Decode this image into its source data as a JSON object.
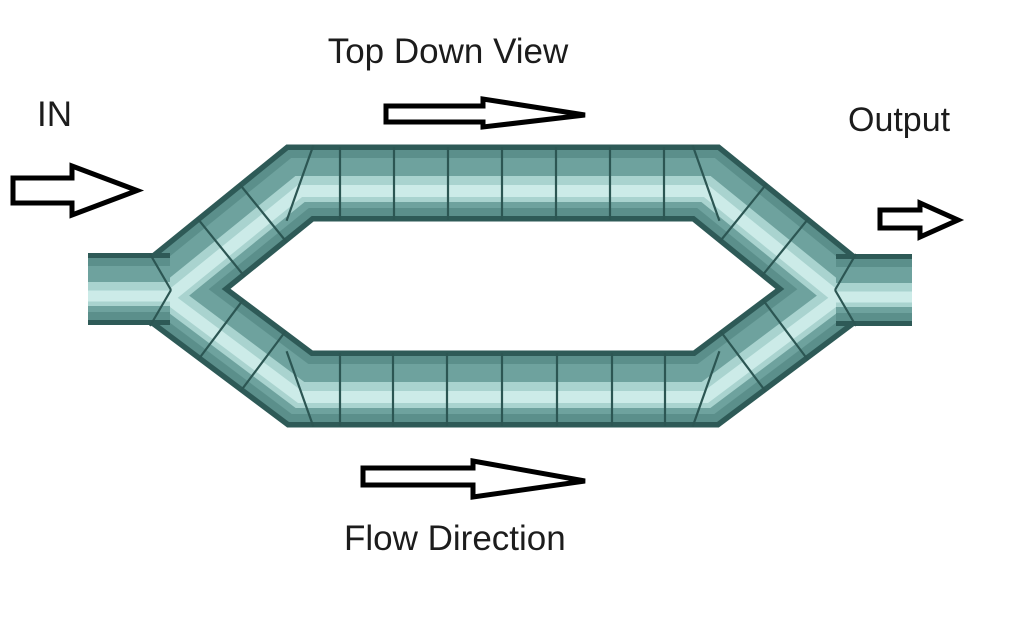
{
  "title": "Top Down View",
  "labels": {
    "in": "IN",
    "output": "Output",
    "flow_direction": "Flow Direction"
  },
  "icons": {
    "in_arrow": "right-arrow",
    "top_view_arrow": "right-arrow",
    "output_arrow": "right-arrow",
    "flow_arrow": "right-arrow"
  },
  "colors": {
    "background": "#ffffff",
    "text": "#1c1c1c",
    "arrow_outline": "#000000",
    "arrow_fill": "#ffffff",
    "pipe_edge": "#2e5a57",
    "pipe_body": "#5b8f8b",
    "pipe_mid": "#6ea29e",
    "pipe_light": "#a9d3cf",
    "pipe_highlight": "#ccebe8",
    "pipe_joint": "#2c5653"
  }
}
